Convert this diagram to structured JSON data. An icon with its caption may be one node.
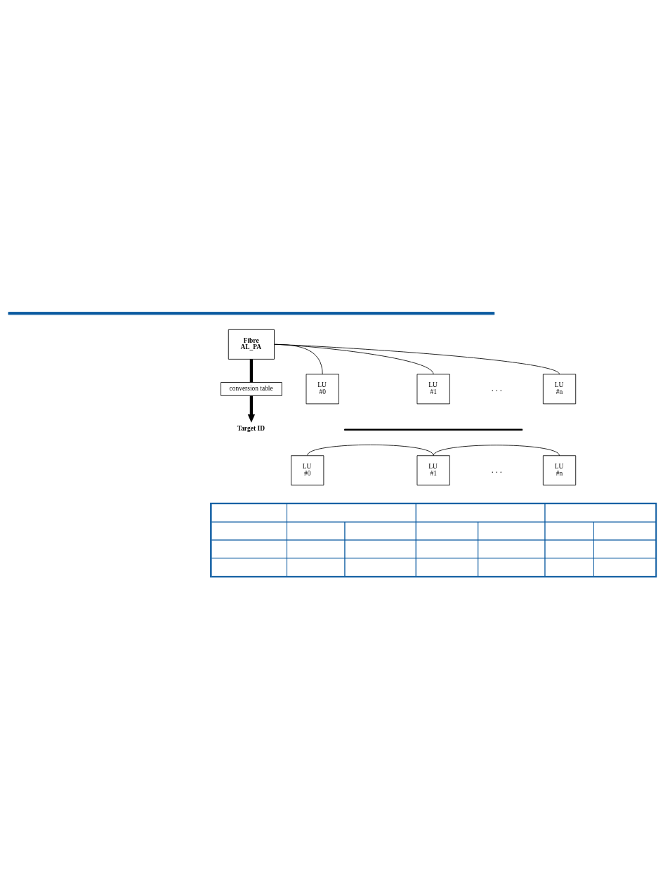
{
  "diagram": {
    "nodes": [
      {
        "text": [
          "Fibre AL_PA"
        ]
      },
      {
        "text": [
          "LU #0"
        ]
      },
      {
        "text": [
          "LU #1"
        ]
      },
      {
        "text": [
          "LU #n"
        ]
      },
      {
        "text": [
          "conversion table"
        ]
      },
      {
        "text": [
          "Target ID"
        ]
      },
      {
        "text": [
          "LU #0"
        ]
      },
      {
        "text": [
          "LU #1"
        ]
      },
      {
        "text": [
          "LU #n"
        ]
      },
      {
        "text": [],
        "shape": "table"
      }
    ],
    "edges": [
      {
        "from": 0,
        "to": 1,
        "arrow": "none"
      },
      {
        "from": 0,
        "to": 2,
        "arrow": "none"
      },
      {
        "from": 0,
        "to": 3,
        "arrow": "none"
      },
      {
        "from": 0,
        "to": 4,
        "arrow": "none",
        "style": "thick"
      },
      {
        "from": 4,
        "to": 5,
        "arrow": "to",
        "style": "thick"
      },
      {
        "from": 6,
        "to": 7,
        "arrow": "none"
      },
      {
        "from": 7,
        "to": 8,
        "arrow": "none"
      }
    ],
    "labels": [
      ". . .",
      ". . ."
    ]
  }
}
